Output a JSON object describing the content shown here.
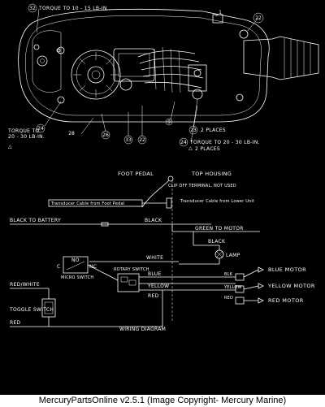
{
  "callouts": {
    "torque_top": "TORQUE TO 10 - 15 LB-IN",
    "n32": "32",
    "n1": "1",
    "n22": "22",
    "n24_left": "24",
    "torque_left_1": "TORQUE TO",
    "torque_left_2": "20 - 30 LB-IN.",
    "n28": "28",
    "n26": "26",
    "n33": "33",
    "n22b": "22",
    "n9": "9",
    "n23": "23",
    "n2places_1": "2 PLACES",
    "n24_right": "24",
    "torque_right": "TORQUE TO 20 - 30 LB-IN.",
    "n2places_2": "2 PLACES"
  },
  "wiring": {
    "foot_pedal": "FOOT PEDAL",
    "top_housing": "TOP HOUSING",
    "clip_off": "CLIP OFF TERMINAL, NOT USED",
    "transducer_foot": "Transducer Cable from Foot Pedal",
    "transducer_lower": "Transducer Cable from Lower Unit",
    "black_to_battery": "BLACK TO BATTERY",
    "black1": "BLACK",
    "green_to_motor": "GREEN TO MOTOR",
    "black2": "BLACK",
    "white": "WHITE",
    "lamp": "LAMP",
    "no": "NO",
    "c": "C",
    "nc": "NC",
    "micro_switch": "MICRO SWITCH",
    "rotary_switch": "ROTARY SWITCH",
    "blue": "BLUE",
    "yellow": "YELLOW",
    "red": "RED",
    "blk": "BLK",
    "yel": "YELLOW",
    "red2": "RED",
    "red_white": "RED/WHITE",
    "toggle_switch": "TOGGLE SWITCH",
    "red3": "RED",
    "blue_motor": "BLUE MOTOR",
    "yellow_motor": "YELLOW MOTOR",
    "red_motor": "RED MOTOR",
    "caption": "WIRING DIAGRAM"
  },
  "footer": "MercuryPartsOnline v2.5.1 (Image Copyright- Mercury Marine)"
}
